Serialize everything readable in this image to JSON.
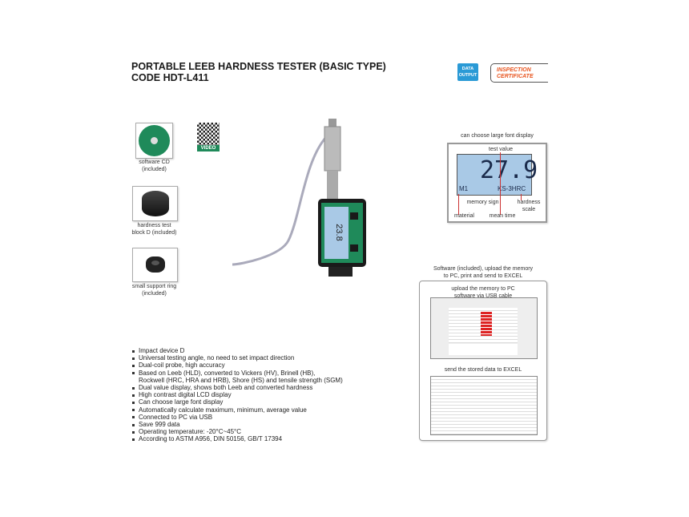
{
  "header": {
    "title_line1": "PORTABLE LEEB HARDNESS TESTER (BASIC TYPE)",
    "title_line2": "CODE HDT-L411",
    "badge_data_line1": "DATA",
    "badge_data_line2": "OUTPUT",
    "badge_cert_line1": "INSPECTION",
    "badge_cert_line2": "CERTIFICATE"
  },
  "accessories": [
    {
      "line1": "software CD",
      "line2": "(included)"
    },
    {
      "line1": "hardness test",
      "line2": "block D (included)"
    },
    {
      "line1": "small support ring",
      "line2": "(included)"
    }
  ],
  "qr": {
    "label": "VIDEO"
  },
  "device": {
    "reading": "23.8"
  },
  "lcd_panel": {
    "caption": "can choose large font display",
    "value": "27.9",
    "left_text": "M1",
    "right_text": "KS-3HRC",
    "labels": {
      "test_value": "test value",
      "memory_sign": "memory sign",
      "hardness_scale_1": "hardness",
      "hardness_scale_2": "scale",
      "material": "material",
      "mean_time": "mean time"
    }
  },
  "software_panel": {
    "caption_line1": "Software (included), upload the memory",
    "caption_line2": "to PC, print and send to EXCEL",
    "upload_line1": "upload the memory to PC",
    "upload_line2": "software via USB cable",
    "excel_caption": "send the stored data to EXCEL"
  },
  "features": [
    "Impact device D",
    "Universal testing angle, no need to set impact direction",
    "Dual-coil probe, high accuracy",
    "Based on Leeb (HLD), converted to Vickers (HV), Brinell (HB),",
    "Rockwell (HRC, HRA and HRB), Shore (HS) and tensile strength (SGM)",
    "Dual value display, shows both Leeb and converted hardness",
    "High contrast digital LCD display",
    "Can choose large font display",
    "Automatically calculate maximum, minimum, average value",
    "Connected to PC via USB",
    "Save 999 data",
    "Operating temperature: -20°C~45°C",
    "According to ASTM A956, DIN 50156, GB/T 17394"
  ],
  "colors": {
    "badge_blue": "#2a9ad6",
    "cert_orange": "#e8541e",
    "lcd_blue": "#a9c9e6",
    "device_green": "#1f8a5a"
  }
}
